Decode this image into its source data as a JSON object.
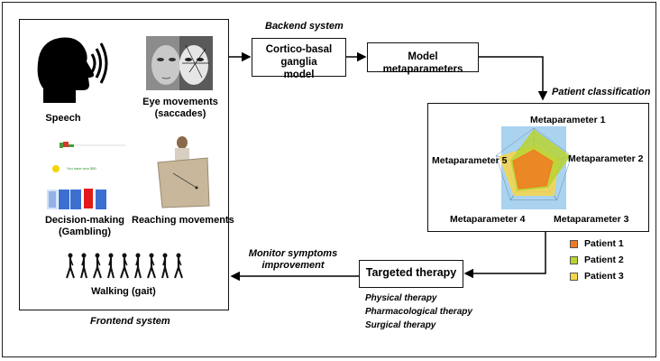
{
  "frontend": {
    "speech": "Speech",
    "eye_movements": [
      "Eye movements",
      "(saccades)"
    ],
    "decision_making": [
      "Decision-making",
      "(Gambling)"
    ],
    "reaching": "Reaching movements",
    "walking": "Walking (gait)",
    "caption": "Frontend system",
    "game_earned": "You have won $50"
  },
  "backend": {
    "caption": "Backend system",
    "model": [
      "Cortico-basal ganglia",
      "model"
    ],
    "metaparameters": "Model metaparameters"
  },
  "classification": {
    "caption": "Patient classification",
    "axes": [
      "Metaparameter 1",
      "Metaparameter 2",
      "Metaparameter 3",
      "Metaparameter 4",
      "Metaparameter 5"
    ]
  },
  "legend": [
    {
      "label": "Patient 1",
      "color": "#f07a22"
    },
    {
      "label": "Patient 2",
      "color": "#b8d432"
    },
    {
      "label": "Patient 3",
      "color": "#f7d64a"
    }
  ],
  "therapy": {
    "box": "Targeted therapy",
    "items": [
      "Physical therapy",
      "Pharmacological therapy",
      "Surgical therapy"
    ]
  },
  "monitor": [
    "Monitor symptoms",
    "improvement"
  ],
  "chart_data": {
    "type": "radar",
    "axes": [
      "Metaparameter 1",
      "Metaparameter 2",
      "Metaparameter 3",
      "Metaparameter 4",
      "Metaparameter 5"
    ],
    "background": "#a9d3ef",
    "series": [
      {
        "name": "Patient 3",
        "color": "#f7d64a",
        "values": [
          0.55,
          0.65,
          0.85,
          0.85,
          0.9
        ]
      },
      {
        "name": "Patient 2",
        "color": "#b8d432",
        "values": [
          0.95,
          0.95,
          0.6,
          0.7,
          0.6
        ]
      },
      {
        "name": "Patient 1",
        "color": "#f07a22",
        "values": [
          0.45,
          0.5,
          0.55,
          0.65,
          0.55
        ]
      }
    ]
  }
}
